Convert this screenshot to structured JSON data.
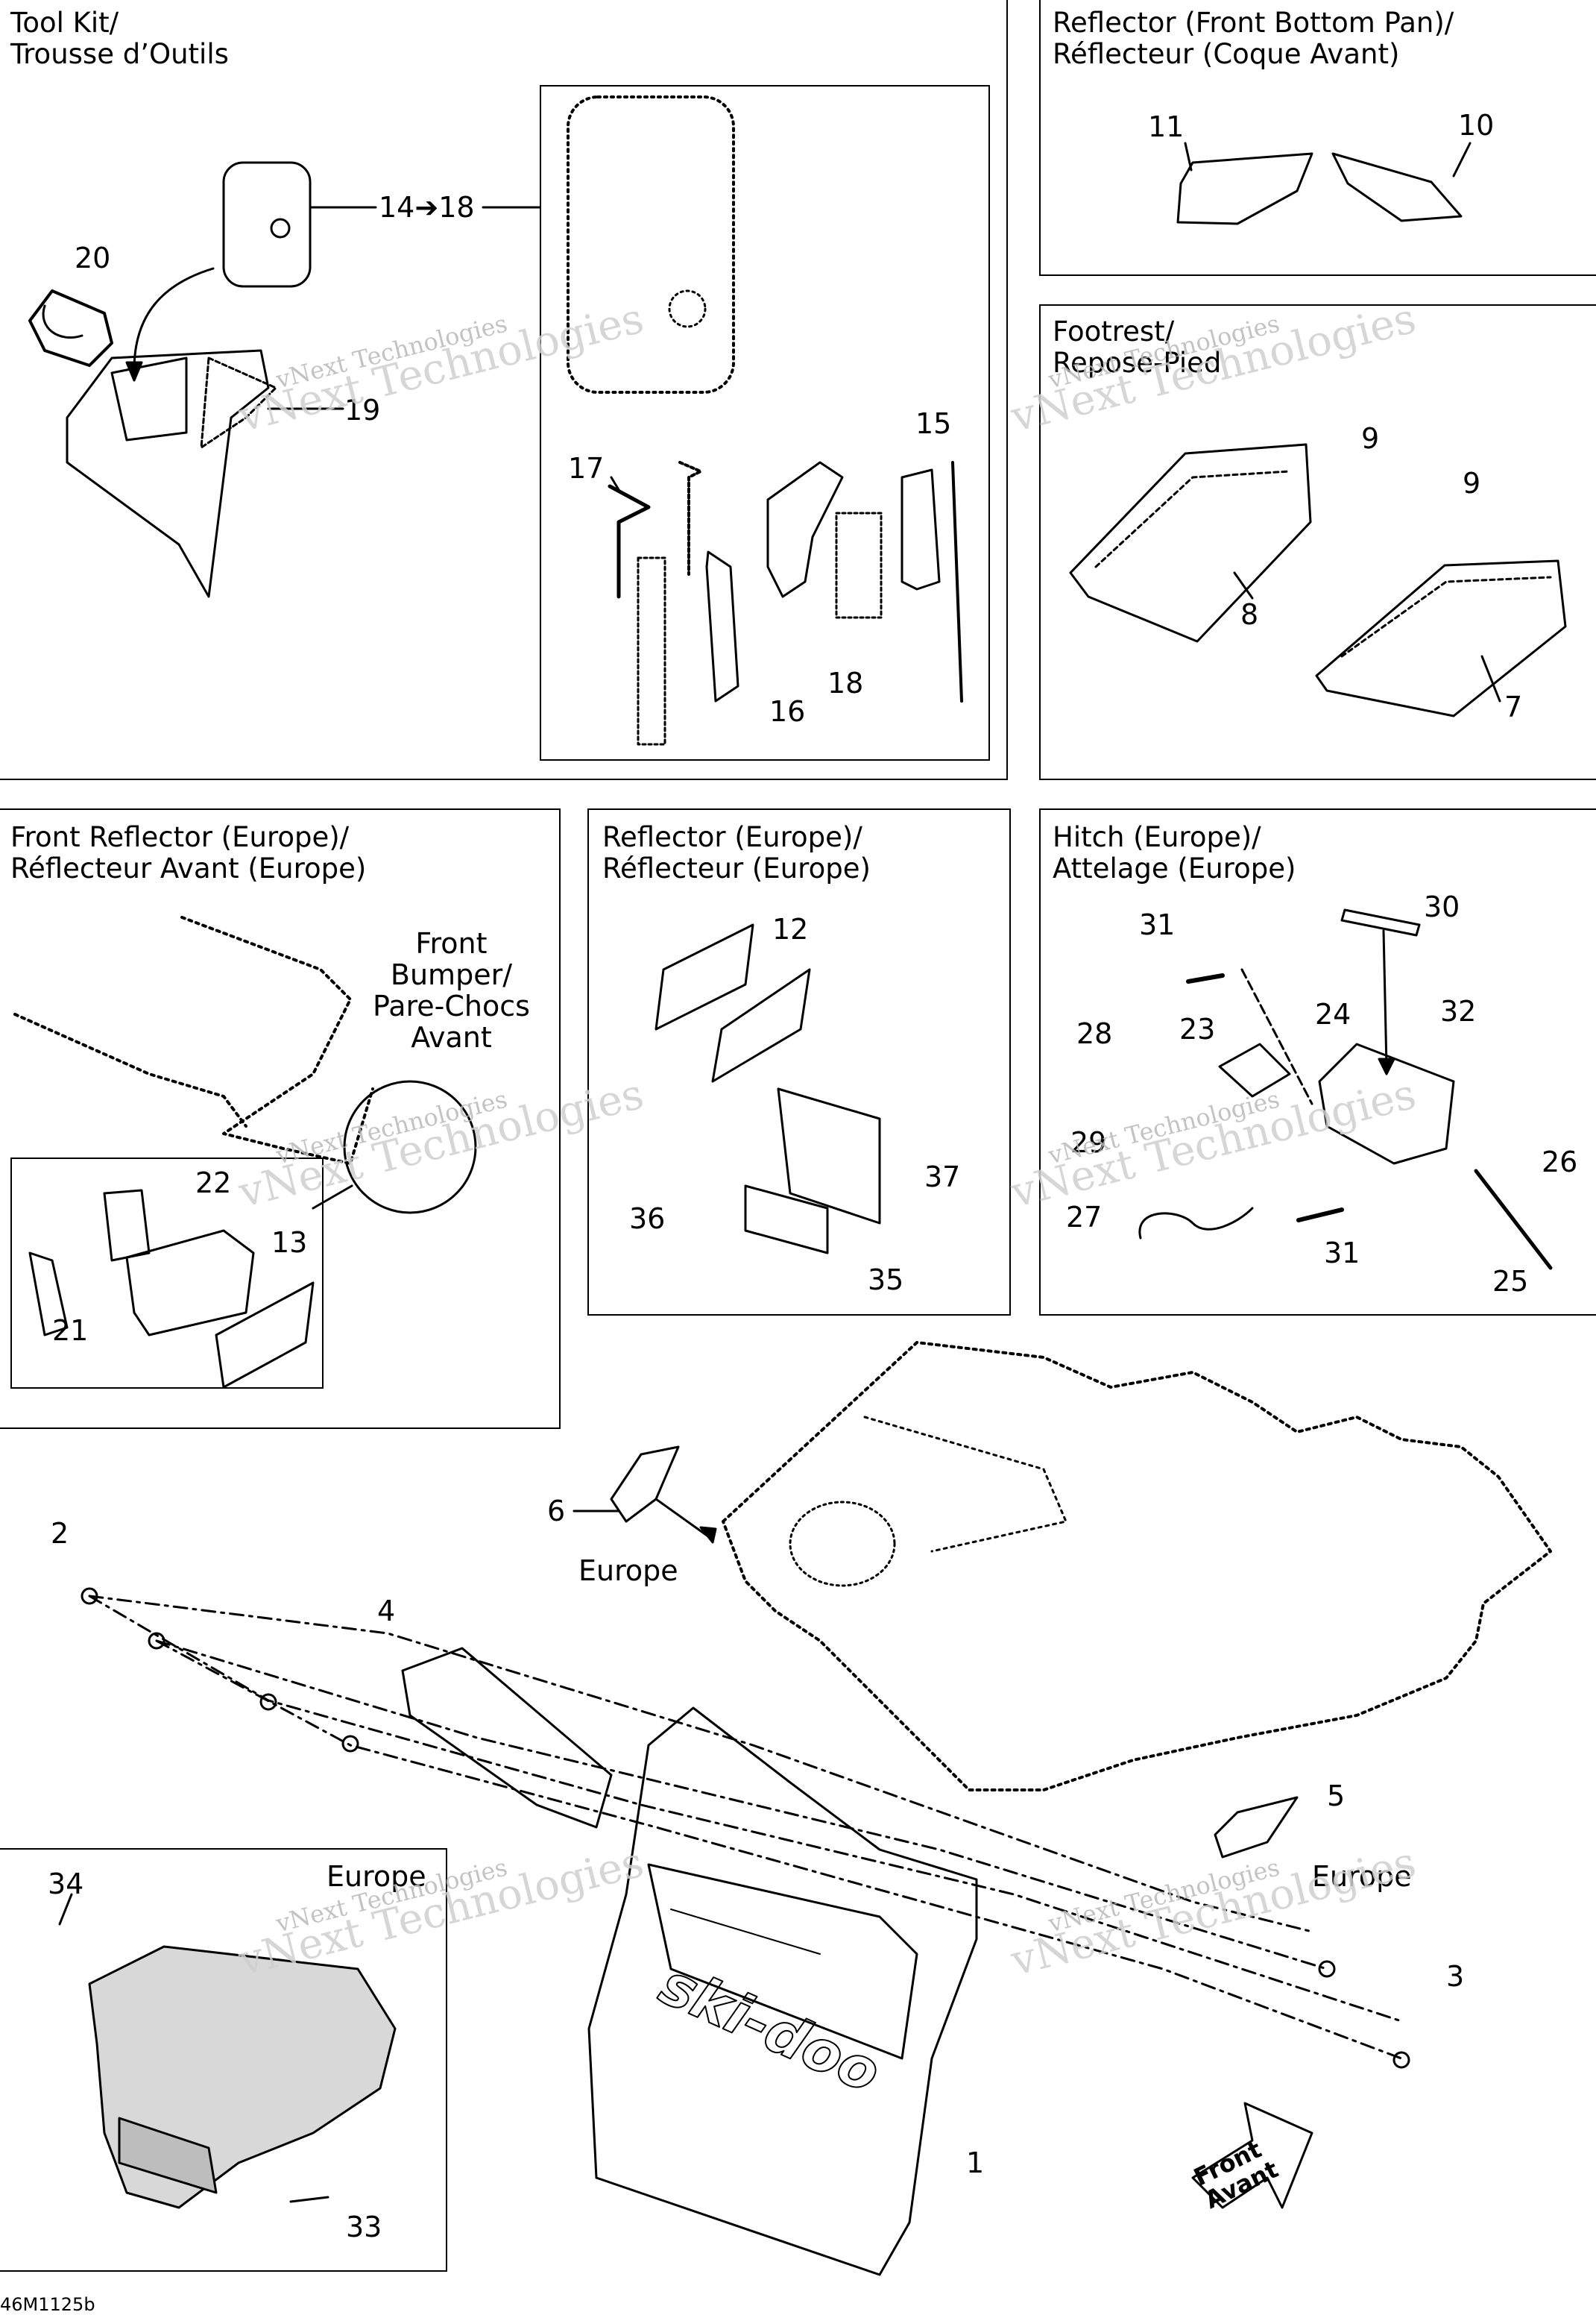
{
  "titles": {
    "tool_kit": "Tool Kit/\nTrousse d’Outils",
    "reflector_front_pan": "Reflector (Front Bottom Pan)/\nRéflecteur (Coque Avant)",
    "footrest": "Footrest/\nRepose-Pied",
    "front_reflector_europe": "Front Reflector (Europe)/\nRéflecteur Avant (Europe)",
    "reflector_europe": "Reflector (Europe)/\nRéflecteur (Europe)",
    "hitch_europe": "Hitch (Europe)/\nAttelage (Europe)"
  },
  "labels": {
    "front_bumper": "Front\nBumper/\nPare-Chocs\nAvant",
    "europe_6": "Europe",
    "europe_5": "Europe",
    "europe_inset": "Europe",
    "front_arrow": "Front\nAvant",
    "range_14_18": "14➔18"
  },
  "part_numbers": [
    "1",
    "2",
    "3",
    "4",
    "5",
    "6",
    "7",
    "8",
    "9",
    "9",
    "10",
    "11",
    "12",
    "13",
    "15",
    "16",
    "17",
    "18",
    "19",
    "20",
    "21",
    "22",
    "23",
    "24",
    "25",
    "26",
    "27",
    "28",
    "29",
    "30",
    "31",
    "31",
    "32",
    "33",
    "34",
    "35",
    "36",
    "37"
  ],
  "watermark": {
    "line1": "vNext Technologies",
    "line2": "vNext Technologies"
  },
  "footer_code": "46M1125b"
}
